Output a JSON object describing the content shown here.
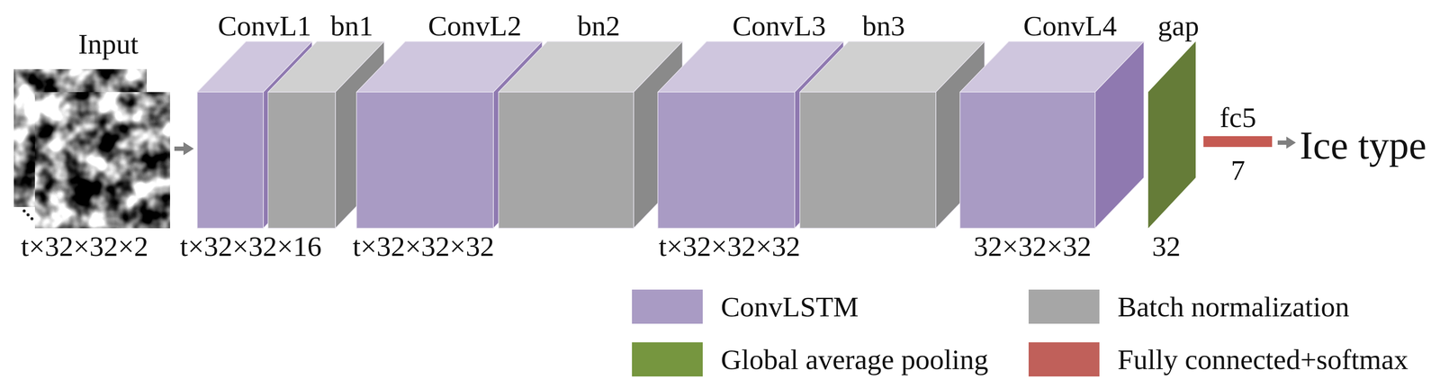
{
  "diagram": {
    "nodes": [
      {
        "text": [
          "Input",
          "t×32×32×2"
        ]
      },
      {
        "text": [
          "ConvL1",
          "t×32×32×16"
        ]
      },
      {
        "text": [
          "bn1"
        ]
      },
      {
        "text": [
          "ConvL2",
          "t×32×32×32"
        ]
      },
      {
        "text": [
          "bn2"
        ]
      },
      {
        "text": [
          "ConvL3",
          "t×32×32×32"
        ]
      },
      {
        "text": [
          "bn3"
        ]
      },
      {
        "text": [
          "ConvL4",
          "32×32×32"
        ]
      },
      {
        "text": [
          "gap",
          "32"
        ]
      },
      {
        "text": [
          "fc5",
          "7"
        ]
      }
    ],
    "edges": [
      {
        "from": 0,
        "to": 1,
        "arrow": "to"
      }
    ],
    "labels": [
      "Ice type"
    ],
    "legend": [
      {
        "text": "ConvLSTM",
        "color": "#a99bc4"
      },
      {
        "text": "Batch normalization",
        "color": "#a6a6a6"
      },
      {
        "text": "Global average pooling",
        "color": "#76963f"
      },
      {
        "text": "Fully connected+softmax",
        "color": "#c0605a"
      }
    ]
  }
}
